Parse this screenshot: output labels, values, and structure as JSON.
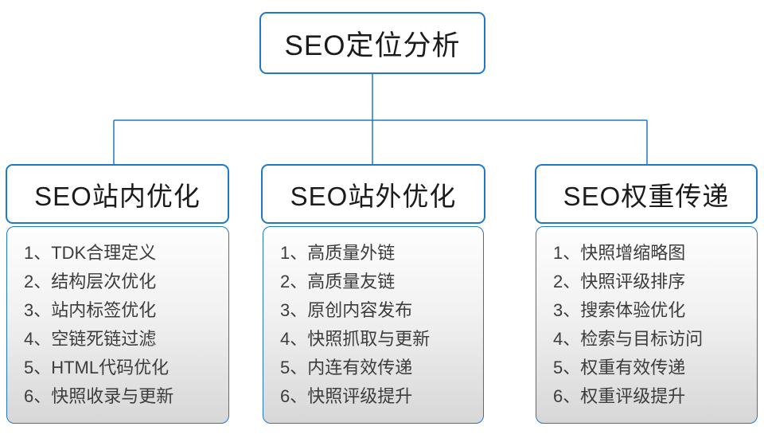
{
  "colors": {
    "accent": "#1f78c8",
    "panel_gradient_top": "#fefefe",
    "panel_gradient_bottom": "#d7d7d7",
    "title_text": "#1b1b1b",
    "item_text": "#3c3c3c"
  },
  "root": {
    "title": "SEO定位分析"
  },
  "branches": [
    {
      "title": "SEO站内优化",
      "items": [
        "1、TDK合理定义",
        "2、结构层次优化",
        "3、站内标签优化",
        "4、空链死链过滤",
        "5、HTML代码优化",
        "6、快照收录与更新"
      ]
    },
    {
      "title": "SEO站外优化",
      "items": [
        "1、高质量外链",
        "2、高质量友链",
        "3、原创内容发布",
        "4、快照抓取与更新",
        "5、内连有效传递",
        "6、快照评级提升"
      ]
    },
    {
      "title": "SEO权重传递",
      "items": [
        "1、快照增缩略图",
        "2、快照评级排序",
        "3、搜索体验优化",
        "4、检索与目标访问",
        "5、权重有效传递",
        "6、权重评级提升"
      ]
    }
  ]
}
